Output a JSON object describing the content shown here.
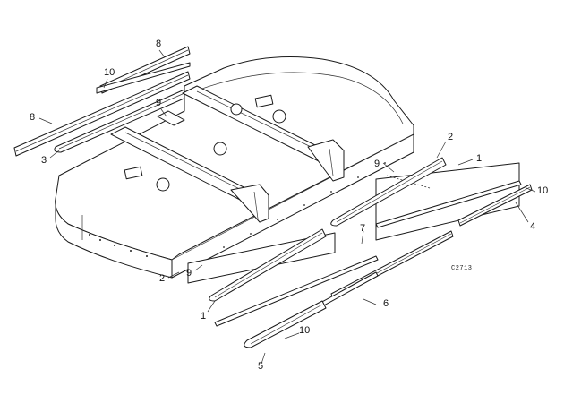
{
  "diagram": {
    "drawing_code": "C2713",
    "callouts": [
      {
        "id": "c-8-top",
        "label": "8"
      },
      {
        "id": "c-10-top",
        "label": "10"
      },
      {
        "id": "c-8-left",
        "label": "8"
      },
      {
        "id": "c-9-top",
        "label": "9"
      },
      {
        "id": "c-3",
        "label": "3"
      },
      {
        "id": "c-2-right",
        "label": "2"
      },
      {
        "id": "c-9-right",
        "label": "9"
      },
      {
        "id": "c-1-right",
        "label": "1"
      },
      {
        "id": "c-10-right",
        "label": "10"
      },
      {
        "id": "c-4",
        "label": "4"
      },
      {
        "id": "c-7",
        "label": "7"
      },
      {
        "id": "c-9-left",
        "label": "9"
      },
      {
        "id": "c-2-left",
        "label": "2"
      },
      {
        "id": "c-1-left",
        "label": "1"
      },
      {
        "id": "c-6",
        "label": "6"
      },
      {
        "id": "c-10-bottom",
        "label": "10"
      },
      {
        "id": "c-5",
        "label": "5"
      }
    ]
  }
}
